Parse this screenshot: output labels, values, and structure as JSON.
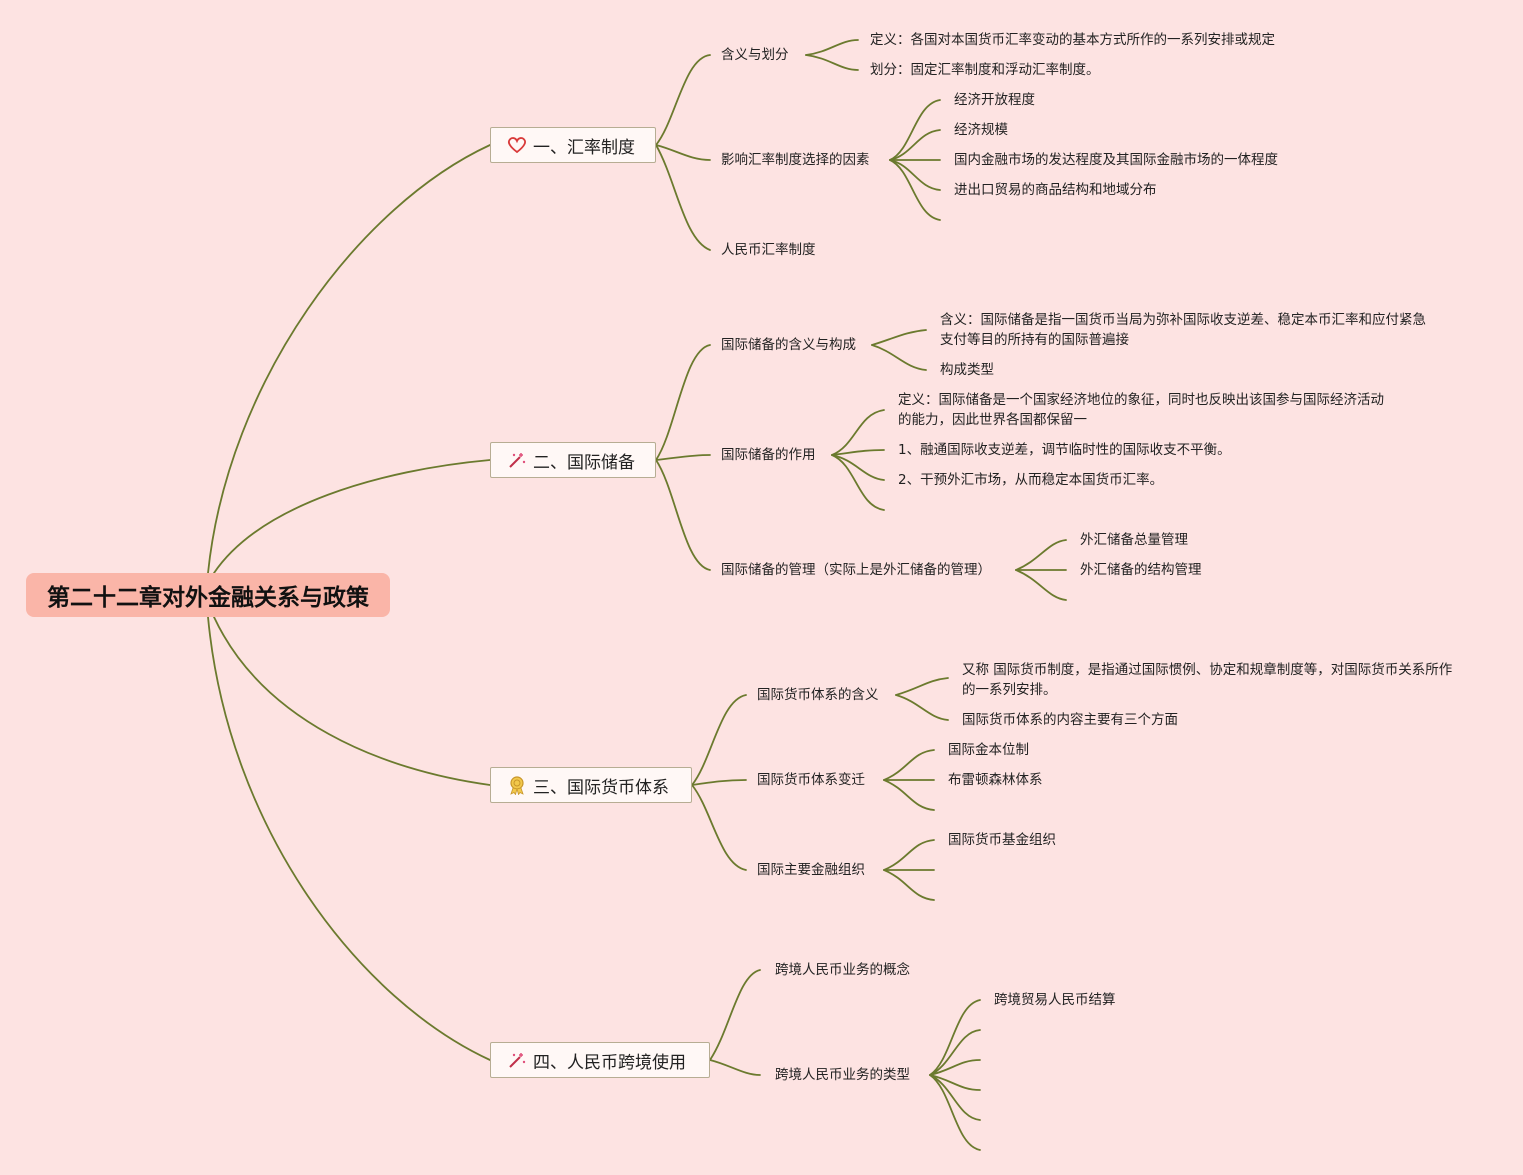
{
  "root": {
    "title": "第二十二章对外金融关系与政策"
  },
  "branches": [
    {
      "label": "一、汇率制度",
      "icon": "heart-icon",
      "children": [
        {
          "label": "含义与划分",
          "children": [
            "定义：各国对本国货币汇率变动的基本方式所作的一系列安排或规定",
            "划分：固定汇率制度和浮动汇率制度。"
          ]
        },
        {
          "label": "影响汇率制度选择的因素",
          "children": [
            "经济开放程度",
            "经济规模",
            "国内金融市场的发达程度及其国际金融市场的一体程度",
            "进出口贸易的商品结构和地域分布"
          ]
        },
        {
          "label": "人民币汇率制度",
          "children": []
        }
      ]
    },
    {
      "label": "二、国际储备",
      "icon": "magic-wand-icon",
      "children": [
        {
          "label": "国际储备的含义与构成",
          "children": [
            "含义：国际储备是指一国货币当局为弥补国际收支逆差、稳定本币汇率和应付紧急支付等目的所持有的国际普遍接",
            "构成类型"
          ]
        },
        {
          "label": "国际储备的作用",
          "children": [
            "定义：国际储备是一个国家经济地位的象征，同时也反映出该国参与国际经济活动的能力，因此世界各国都保留一",
            "1、融通国际收支逆差，调节临时性的国际收支不平衡。",
            "2、干预外汇市场，从而稳定本国货币汇率。"
          ]
        },
        {
          "label": "国际储备的管理（实际上是外汇储备的管理）",
          "children": [
            "外汇储备总量管理",
            "外汇储备的结构管理"
          ]
        }
      ]
    },
    {
      "label": "三、国际货币体系",
      "icon": "medal-icon",
      "children": [
        {
          "label": "国际货币体系的含义",
          "children": [
            "又称 国际货币制度，是指通过国际惯例、协定和规章制度等，对国际货币关系所作的一系列安排。",
            "国际货币体系的内容主要有三个方面"
          ]
        },
        {
          "label": "国际货币体系变迁",
          "children": [
            "国际金本位制",
            "布雷顿森林体系"
          ]
        },
        {
          "label": "国际主要金融组织",
          "children": [
            "国际货币基金组织"
          ]
        }
      ]
    },
    {
      "label": "四、人民币跨境使用",
      "icon": "magic-wand-icon",
      "children": [
        {
          "label": "跨境人民币业务的概念",
          "children": []
        },
        {
          "label": "跨境人民币业务的类型",
          "children": [
            "跨境贸易人民币结算"
          ]
        }
      ]
    }
  ],
  "colors": {
    "background": "#fde3e2",
    "root_fill": "#fab5a8",
    "line": "#6b7a2e"
  }
}
